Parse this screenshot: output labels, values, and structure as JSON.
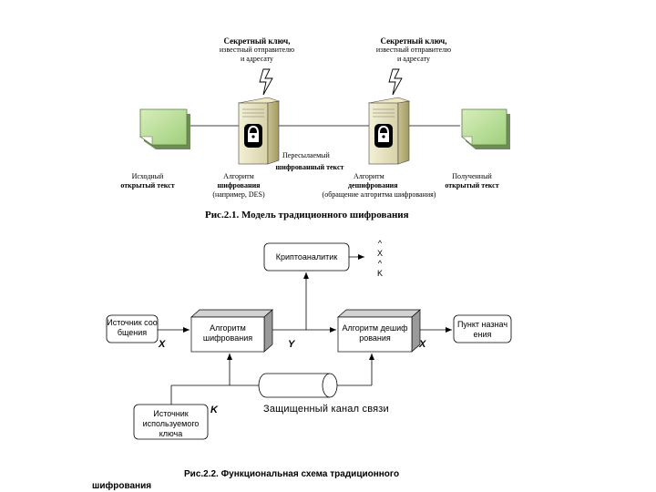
{
  "fig1": {
    "key_label_left": [
      "Секретный ключ,",
      "известный отправителю",
      "и адресату"
    ],
    "key_label_right": [
      "Секретный ключ,",
      "известный отправителю",
      "и адресату"
    ],
    "transmitted": [
      "Пересылаемый",
      "шифрованный текст"
    ],
    "plaintext_src": [
      "Исходный",
      "открытый текст"
    ],
    "algo_enc": [
      "Алгоритм",
      "шифрования",
      "(например, DES)"
    ],
    "algo_dec": [
      "Алгоритм",
      "дешифрования",
      "(обращение алгоритма шифрования)"
    ],
    "plaintext_dst": [
      "Полученный",
      "открытый текст"
    ],
    "caption": "Рис.2.1. Модель традиционного шифрования"
  },
  "fig2": {
    "cryptanalyst": "Криптоаналитик",
    "estimates": [
      "^",
      "X",
      "^",
      "K"
    ],
    "source": "Источник сообщения",
    "enc": "Алгоритм шифрования",
    "dec": "Алгоритм дешифрования",
    "dest": "Пункт назначения",
    "key_source": "Источник используемого ключа",
    "label_x_left": "X",
    "label_y": "Y",
    "label_x_right": "X",
    "label_k": "K",
    "channel": "Защищенный канал связи",
    "caption_line1": "Рис.2.2. Функциональная схема традиционного",
    "caption_line2": "шифрования"
  }
}
